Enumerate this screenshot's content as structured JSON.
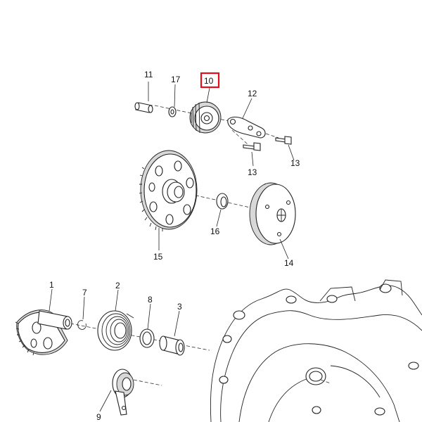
{
  "diagram": {
    "highlight_color": "#e0101e",
    "selected_part": "10"
  },
  "callouts": {
    "1": "1",
    "2": "2",
    "3": "3",
    "7": "7",
    "8": "8",
    "9": "9",
    "10": "10",
    "11": "11",
    "12": "12",
    "13_left": "13",
    "13_right": "13",
    "14": "14",
    "15": "15",
    "16": "16",
    "17": "17"
  }
}
